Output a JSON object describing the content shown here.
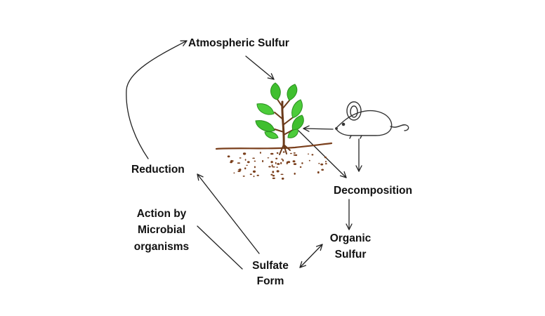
{
  "labels": {
    "atmospheric_sulfur": "Atmospheric Sulfur",
    "reduction": "Reduction",
    "action_line1": "Action by",
    "action_line2": "Microbial",
    "action_line3": "organisms",
    "decomposition": "Decomposition",
    "organic_line1": "Organic",
    "organic_line2": "Sulfur",
    "sulfate_line1": "Sulfate",
    "sulfate_line2": "Form"
  },
  "colors": {
    "leaf": "#3fbf2f",
    "leaf_dark": "#2a8f1f",
    "stem": "#6b3a1a",
    "soil": "#7a3f1c",
    "ink": "#222222"
  },
  "icons": [
    "plant-icon",
    "mouse-icon",
    "soil-icon"
  ]
}
